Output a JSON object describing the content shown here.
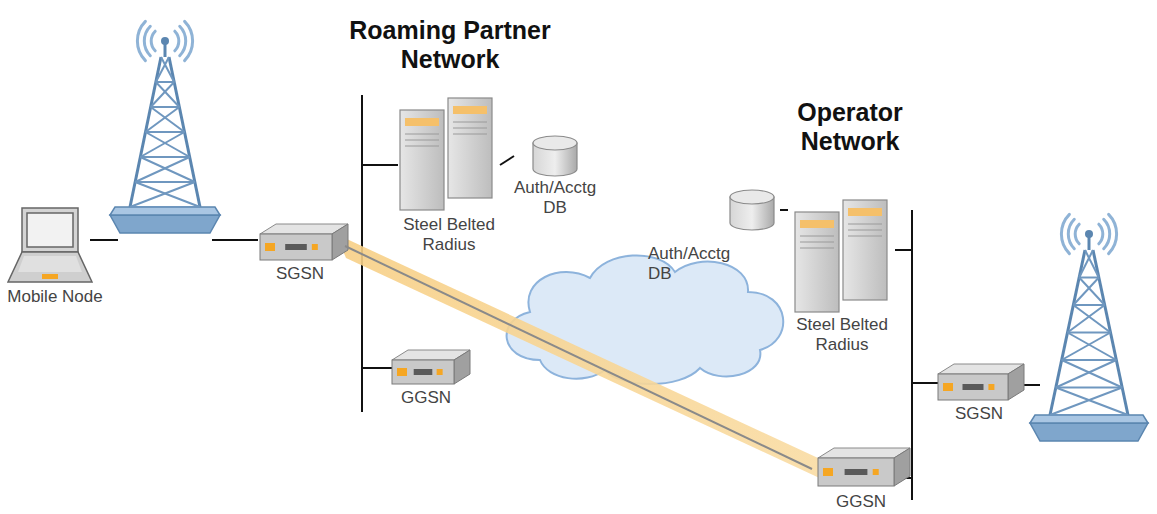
{
  "diagram": {
    "nodes": [
      {
        "text": [
          "Mobile Node"
        ]
      },
      {
        "text": [
          "SGSN"
        ]
      },
      {
        "text": [
          "Steel Belted Radius"
        ]
      },
      {
        "text": [
          "Auth/Acctg DB"
        ]
      },
      {
        "text": [
          "GGSN"
        ]
      },
      {
        "text": [
          "Auth/Acctg DB"
        ]
      },
      {
        "text": [
          "Steel Belted Radius"
        ]
      },
      {
        "text": [
          "SGSN"
        ]
      },
      {
        "text": [
          "GGSN"
        ]
      }
    ],
    "edges": [
      {
        "from": 2,
        "to": 3,
        "arrow": "none"
      },
      {
        "from": 5,
        "to": 6,
        "arrow": "none"
      },
      {
        "from": 1,
        "to": 8,
        "arrow": "none"
      }
    ],
    "labels": [
      "Roaming Partner Network",
      "Operator Network"
    ]
  }
}
